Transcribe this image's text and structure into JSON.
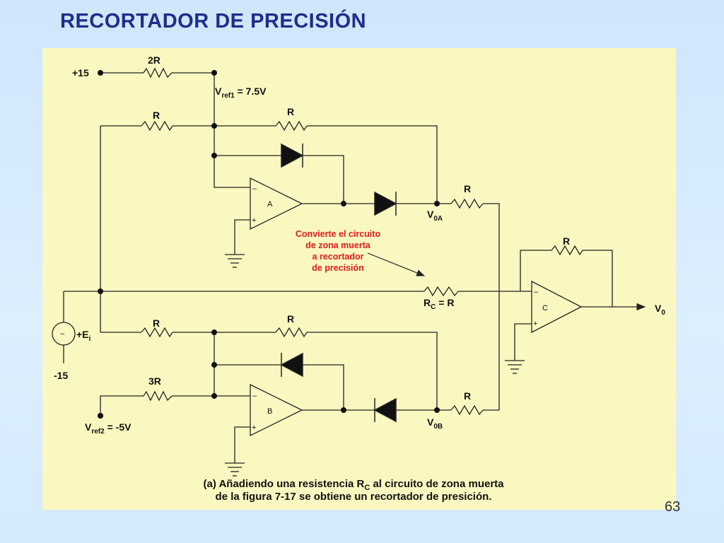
{
  "title": "RECORTADOR DE PRECISIÓN",
  "page_number": "63",
  "labels": {
    "plus15": "+15",
    "r2": "2R",
    "vref1_main": "V",
    "vref1_sub": "ref1",
    "vref1_val": " = 7.5V",
    "r_top_left": "R",
    "r_top_right": "R",
    "opamp_a": "A",
    "opamp_b": "B",
    "opamp_c": "C",
    "minus": "–",
    "plus": "+",
    "r_out_a": "R",
    "v0a_main": "V",
    "v0a_sub": "0A",
    "r_feedback_c": "R",
    "rc_main": "R",
    "rc_sub": "C",
    "rc_val": " = R",
    "v0_main": "V",
    "v0_sub": "0",
    "ei_main": "+E",
    "ei_sub": "i",
    "source_symbol": "~",
    "minus15": "-15",
    "r_bot_left": "R",
    "r_bot_right": "R",
    "r3": "3R",
    "r_out_b": "R",
    "v0b_main": "V",
    "v0b_sub": "0B",
    "vref2_main": "V",
    "vref2_sub": "ref2",
    "vref2_val": " = -5V"
  },
  "annotation": {
    "line1": "Convierte el circuito",
    "line2": "de zona muerta",
    "line3": "a recortador",
    "line4": "de precisión",
    "color": "#e01c1c"
  },
  "caption": {
    "line1_a": "(a) Añadiendo una resistencia R",
    "line1_sub": "C",
    "line1_b": " al circuito de zona muerta",
    "line2": "de la figura 7-17 se obtiene un recortador de presición."
  },
  "colors": {
    "title": "#1f2d8a",
    "panel": "#fbf7c0",
    "background": "#d4eafd"
  }
}
